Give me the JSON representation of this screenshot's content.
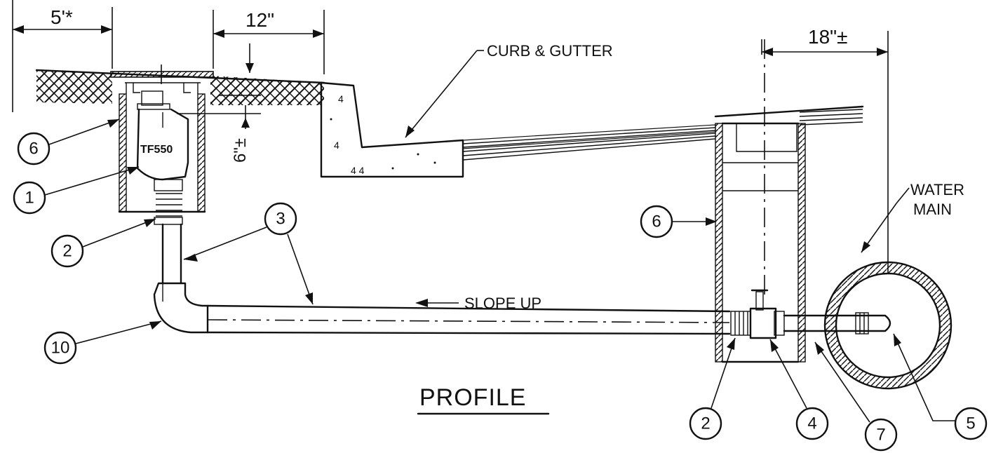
{
  "title": "PROFILE",
  "dimensions": {
    "d5ft": "5'*",
    "d12in": "12\"",
    "d6in": "6\"±",
    "d18in": "18\"±"
  },
  "labels": {
    "curb": "CURB & GUTTER",
    "slope": "SLOPE UP",
    "main_line1": "WATER",
    "main_line2": "MAIN",
    "model": "TF550"
  },
  "callouts": {
    "c6_left": "6",
    "c1": "1",
    "c2_left": "2",
    "c3": "3",
    "c10": "10",
    "c6_right": "6",
    "c2_right": "2",
    "c4": "4",
    "c7": "7",
    "c5": "5"
  },
  "colors": {
    "ink": "#111111",
    "paper": "#ffffff"
  }
}
